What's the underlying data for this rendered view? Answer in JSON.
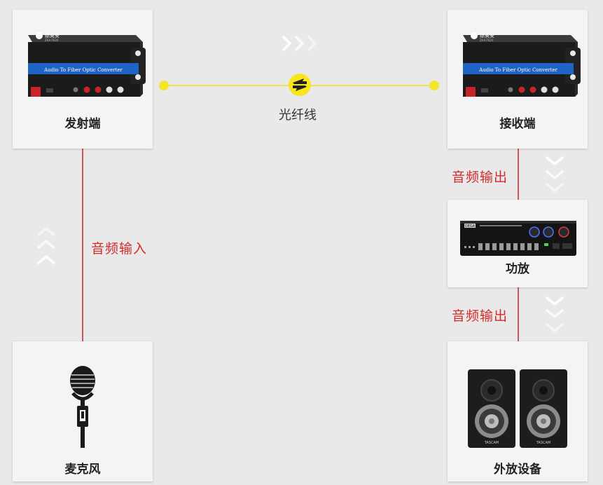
{
  "cards": {
    "transmitter": {
      "label": "发射端"
    },
    "receiver": {
      "label": "接收端"
    },
    "amplifier": {
      "label": "功放"
    },
    "microphone": {
      "label": "麦克风"
    },
    "speakers": {
      "label": "外放设备"
    }
  },
  "device": {
    "brand": "综奥安",
    "model": "ZAA-T620",
    "band_text": "Audio To Fiber Optic Converter"
  },
  "connections": {
    "fiber": "光纤线",
    "audio_input": "音频输入",
    "audio_output_1": "音频输出",
    "audio_output_2": "音频输出"
  },
  "amp": {
    "brand": "DEGA"
  },
  "speaker_brand": "TASCAM",
  "colors": {
    "fiber_line": "#f0e04a",
    "fiber_dot": "#f5e62a",
    "audio_line": "#c9252b",
    "label_red": "#d42a2a",
    "device_band": "#1f63c6"
  }
}
